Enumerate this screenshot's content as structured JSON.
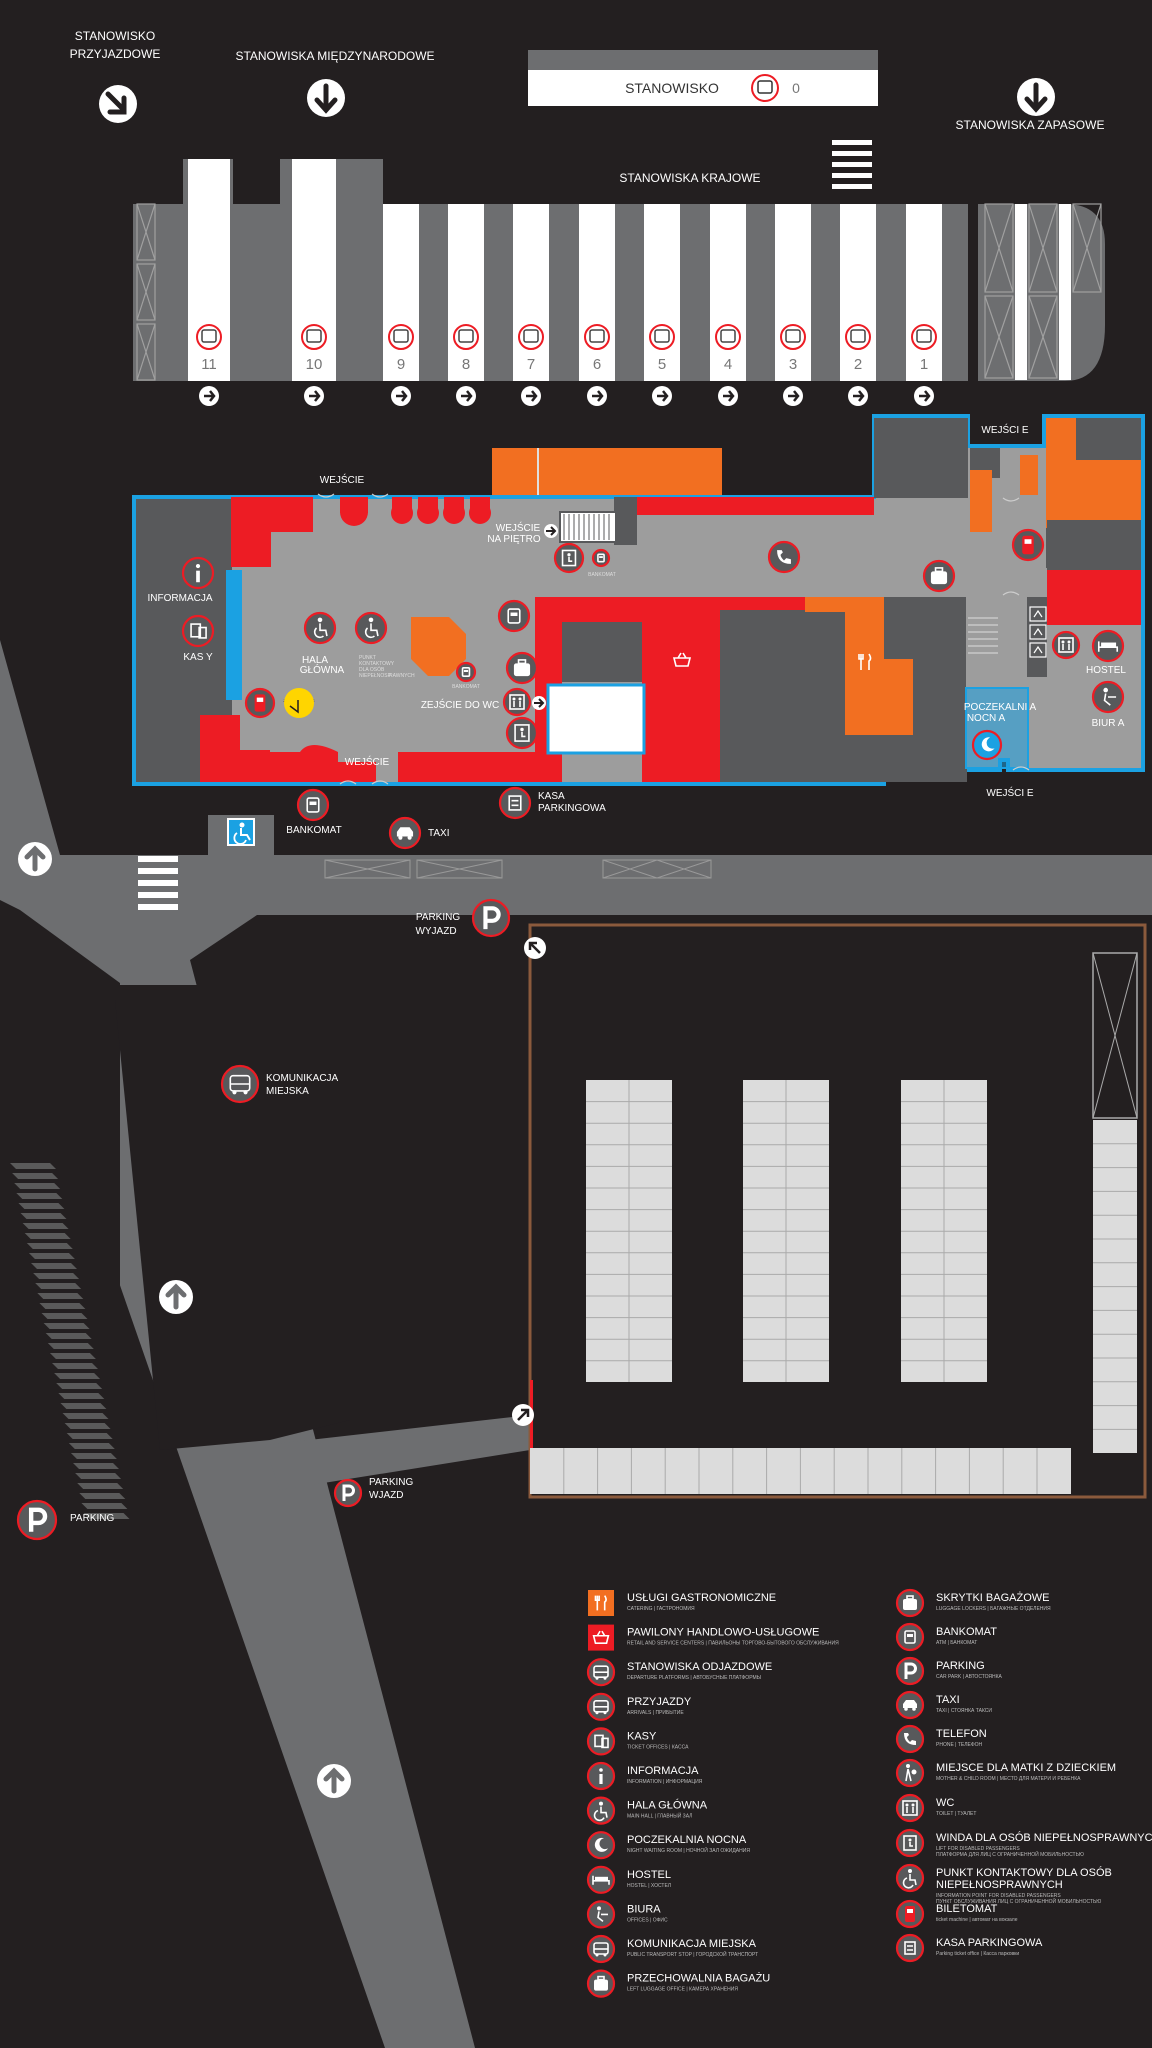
{
  "colors": {
    "background": "#231f20",
    "road": "#6d6e70",
    "building_outline": "#1ba1e2",
    "floor": "#9d9d9d",
    "retail": "#ed1c24",
    "catering": "#f26f21",
    "dark_zone": "#58595b",
    "platform": "#ffffff",
    "parking_border": "#8b5a3c",
    "icon_ring": "#ed1c24"
  },
  "top_labels": {
    "arrivals": [
      "STANOWISKO",
      "PRZYJAZDOWE"
    ],
    "international": "STANOWISKA MIĘDZYNARODOWE",
    "domestic": "STANOWISKA KRAJOWE",
    "reserve": "STANOWISKA ZAPASOWE"
  },
  "stand_box": {
    "label": "STANOWISKO",
    "number": "0"
  },
  "platform_numbers": [
    "11",
    "10",
    "9",
    "8",
    "7",
    "6",
    "5",
    "4",
    "3",
    "2",
    "1"
  ],
  "building_labels": {
    "wejscie_top": "WEJŚCIE",
    "wejscie_e_top": "WEJŚCI  E",
    "wejscie_na_pietro": [
      "WEJŚCIE",
      "NA PIĘTRO"
    ],
    "bankomat_small": "BANKOMAT",
    "informacja": "INFORMACJA",
    "kasy": "KAS Y",
    "hala": [
      "HALA",
      "GŁÓWNA"
    ],
    "punkt_tiny": [
      "PUNKT",
      "KONTAKTOWY",
      "DLA OSÓB",
      "NIEPEŁNOSP",
      "RAWNYCH"
    ],
    "bankomat_tiny": "BANKOMAT",
    "zejscie_do_wc": "ZEJŚCIE DO WC",
    "wejscie_bottom": "WEJŚCIE",
    "poczekalnia": [
      "POCZEKALNI  A",
      "NOCN A"
    ],
    "hostel": "HOSTEL",
    "biura": "BIUR A",
    "wejscie_e_bottom": "WEJŚCI  E",
    "wait_sign": "ZEJŚCIE DO WC",
    "kasa_parkingowa": [
      "KASA",
      "PARKINGOWA"
    ]
  },
  "outside_labels": {
    "bankomat": "BANKOMAT",
    "taxi": "TAXI",
    "parking_wyjazd": [
      "PARKING",
      "WYJAZD"
    ],
    "komunikacja": [
      "KOMUNIKACJA",
      "MIEJSKA"
    ],
    "parking_wjazd": [
      "PARKING",
      "WJAZD"
    ],
    "parking": "PARKING"
  },
  "legend_left": [
    {
      "icon": "catering-icon",
      "title": "USŁUGI GASTRONOMICZNE",
      "sub": "CATERING | ГАСТРОНОМИЯ"
    },
    {
      "icon": "shopping-basket-icon",
      "title": "PAWILONY HANDLOWO-USŁUGOWE",
      "sub": "RETAIL AND SERVICE CENTERS | ПАВИЛЬОНЫ ТОРГОВО-БЫТОВОГО ОБСЛУЖИВАНИЯ"
    },
    {
      "icon": "bus-departure-icon",
      "title": "STANOWISKA ODJAZDOWE",
      "sub": "DEPARTURE PLATFORMS | АВТОБУСНЫЕ ПЛАТФОРМЫ"
    },
    {
      "icon": "bus-arrival-icon",
      "title": "PRZYJAZDY",
      "sub": "ARRIVALS | ПРИБЫТИЕ"
    },
    {
      "icon": "ticket-office-icon",
      "title": "KASY",
      "sub": "TICKET OFFICES | КАССА"
    },
    {
      "icon": "information-icon",
      "title": "INFORMACJA",
      "sub": "INFORMATION      | ИНФОРМАЦИЯ"
    },
    {
      "icon": "main-hall-icon",
      "title": "HALA GŁÓWNA",
      "sub": "MAIN HALL | ГЛАВНЫЙ ЗАЛ"
    },
    {
      "icon": "night-waiting-room-icon",
      "title": "POCZEKALNIA NOCNA",
      "sub": "NIGHT WAITING ROOM | НОЧНОЙ ЗАЛ ОЖИДАНИЯ"
    },
    {
      "icon": "hostel-bed-icon",
      "title": "HOSTEL",
      "sub": "HOSTEL | ХОСТЕЛ"
    },
    {
      "icon": "office-icon",
      "title": "BIURA",
      "sub": "OFFICES | ОФИС"
    },
    {
      "icon": "city-bus-icon",
      "title": "KOMUNIKACJA MIEJSKA",
      "sub": "PUBLIC TRANSPORT STOP | ГОРОДСКОЙ ТРАНСПОРТ"
    },
    {
      "icon": "luggage-storage-icon",
      "title": "PRZECHOWALNIA BAGAŻU",
      "sub": "LEFT LUGGAGE OFFICE | КАМЕРА ХРАНЕНИЯ"
    }
  ],
  "legend_right": [
    {
      "icon": "luggage-locker-icon",
      "title": "SKRYTKI BAGAŻOWE",
      "sub": "LUGGAGE LOCKERS | БАГАЖНЫЕ ОТДЕЛЕНИЯ"
    },
    {
      "icon": "atm-icon",
      "title": "BANKOMAT",
      "sub": "ATM | БАНКОМАТ"
    },
    {
      "icon": "parking-icon",
      "title": "PARKING",
      "sub": "CAR PARK | АВТОСТОЯНКА"
    },
    {
      "icon": "taxi-icon",
      "title": "TAXI",
      "sub": "TAXI | СТОЯНКА ТАКСИ"
    },
    {
      "icon": "telephone-icon",
      "title": "TELEFON",
      "sub": "PHONE | ТЕЛЕФОН"
    },
    {
      "icon": "mother-child-icon",
      "title": "MIEJSCE DLA MATKI Z DZIECKIEM",
      "sub": "MOTHER & CHILD ROOM | МЕСТО ДЛЯ МАТЕРИ И РЕБЕНКА"
    },
    {
      "icon": "wc-icon",
      "title": "WC",
      "sub": "TOILET | ТУАЛЕТ"
    },
    {
      "icon": "accessible-lift-icon",
      "title": "WINDA DLA OSÓB NIEPEŁNOSPRAWNYCH",
      "sub": [
        "LIFT FOR DISABLED PASSENGERS",
        "ПЛАТФОРМА ДЛЯ ЛИЦ С ОГРАНИЧЕННОЙ МОБИЛЬНОСТЬЮ"
      ]
    },
    {
      "icon": "wheelchair-contact-icon",
      "title": [
        "PUNKT KONTAKTOWY DLA OSÓB",
        "NIEPEŁNOSPRAWNYCH"
      ],
      "sub": [
        "INFORMATION POINT FOR DISABLED PASSENGERS",
        "ПУНКТ ОБСЛУЖИВАНИЯ ЛИЦ С ОГРАНИЧЕННОЙ МОБИЛЬНОСТЬЮ"
      ]
    },
    {
      "icon": "ticket-machine-icon",
      "title": "BILETOMAT",
      "sub": "ticket machine | автомат на вокзале"
    },
    {
      "icon": "parking-ticket-icon",
      "title": "KASA PARKINGOWA",
      "sub": "Parking ticket office | Касса парковки"
    }
  ]
}
